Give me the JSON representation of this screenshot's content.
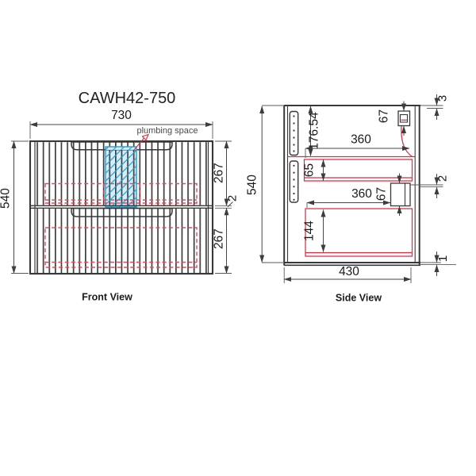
{
  "title": "CAWH42-750",
  "colors": {
    "linework": "#383838",
    "dimension_lines": "#474747",
    "red_solid": "#d13045",
    "red_dashed": "#e04b5e",
    "blue_hatch": "#2799cc",
    "blue_fill": "#d6eef9",
    "text": "#1b1b1b"
  },
  "front_view": {
    "label": "Front View",
    "plumbing_label": "plumbing space",
    "dim_overall_width": "730",
    "dim_overall_height": "540",
    "dim_top_drawer": "267",
    "dim_drawer_gap": "2",
    "dim_bottom_drawer": "267"
  },
  "side_view": {
    "label": "Side View",
    "dim_overall_height": "540",
    "dim_overall_depth": "430",
    "dim_top_to_runner": "176.54",
    "dim_top_drawer_inner": "65",
    "dim_top_drawer_depth": "360",
    "dim_top_drawer_back": "67",
    "dim_top_gap": "3",
    "dim_mid_gap": "2",
    "dim_bottom_drawer_depth": "360",
    "dim_bottom_drawer_back": "67",
    "dim_bottom_drawer_inner": "144",
    "dim_bottom_gap": "1"
  }
}
